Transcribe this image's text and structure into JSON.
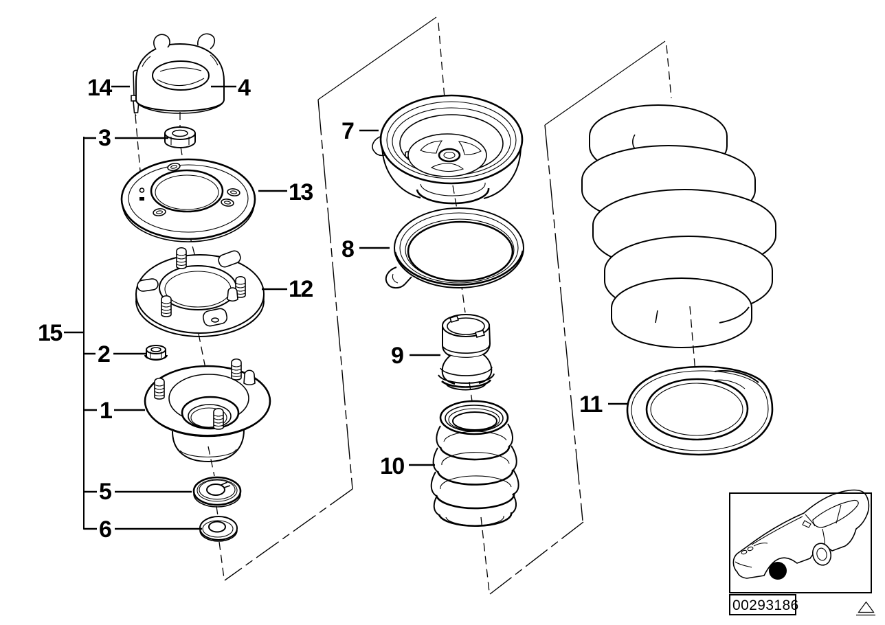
{
  "diagram": {
    "callouts": [
      {
        "label": "1"
      },
      {
        "label": "2"
      },
      {
        "label": "3"
      },
      {
        "label": "4"
      },
      {
        "label": "5"
      },
      {
        "label": "6"
      },
      {
        "label": "7"
      },
      {
        "label": "8"
      },
      {
        "label": "9"
      },
      {
        "label": "10"
      },
      {
        "label": "11"
      },
      {
        "label": "12"
      },
      {
        "label": "13"
      },
      {
        "label": "14"
      },
      {
        "label": "15"
      }
    ],
    "image_code": "00293186",
    "colors": {
      "line": "#000000",
      "background": "#ffffff"
    },
    "icons": {
      "car": "coupe-silhouette-front-axle-marker",
      "print_mark": "triangle-outline"
    }
  }
}
